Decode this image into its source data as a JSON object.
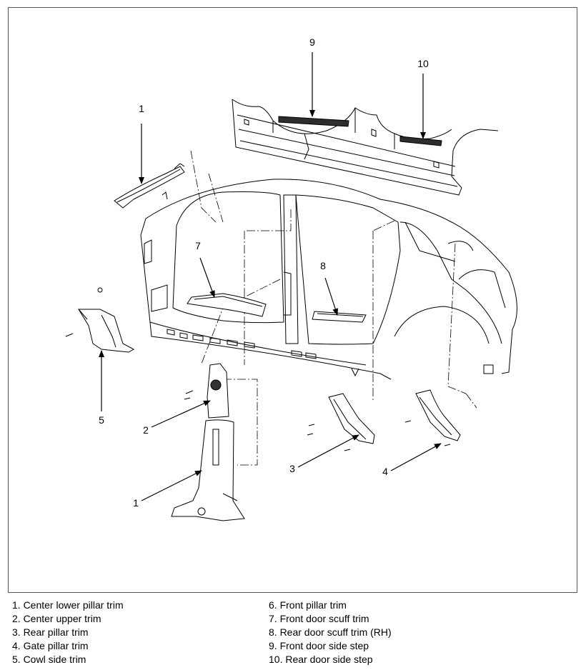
{
  "diagram": {
    "callouts": [
      {
        "id": "c1a",
        "text": "1"
      },
      {
        "id": "c1b",
        "text": "1"
      },
      {
        "id": "c2",
        "text": "2"
      },
      {
        "id": "c3",
        "text": "3"
      },
      {
        "id": "c4",
        "text": "4"
      },
      {
        "id": "c5",
        "text": "5"
      },
      {
        "id": "c7",
        "text": "7"
      },
      {
        "id": "c8",
        "text": "8"
      },
      {
        "id": "c9",
        "text": "9"
      },
      {
        "id": "c10",
        "text": "10"
      }
    ],
    "colors": {
      "line": "#000000",
      "frame": "#555555",
      "background": "#ffffff"
    }
  },
  "legend": {
    "left": [
      "1. Center lower pillar trim",
      "2. Center upper trim",
      "3. Rear pillar trim",
      "4. Gate pillar trim",
      "5. Cowl side trim"
    ],
    "right": [
      "6. Front pillar trim",
      "7. Front door scuff trim",
      "8. Rear door scuff trim (RH)",
      "9. Front door side step",
      "10. Rear door side step"
    ]
  }
}
